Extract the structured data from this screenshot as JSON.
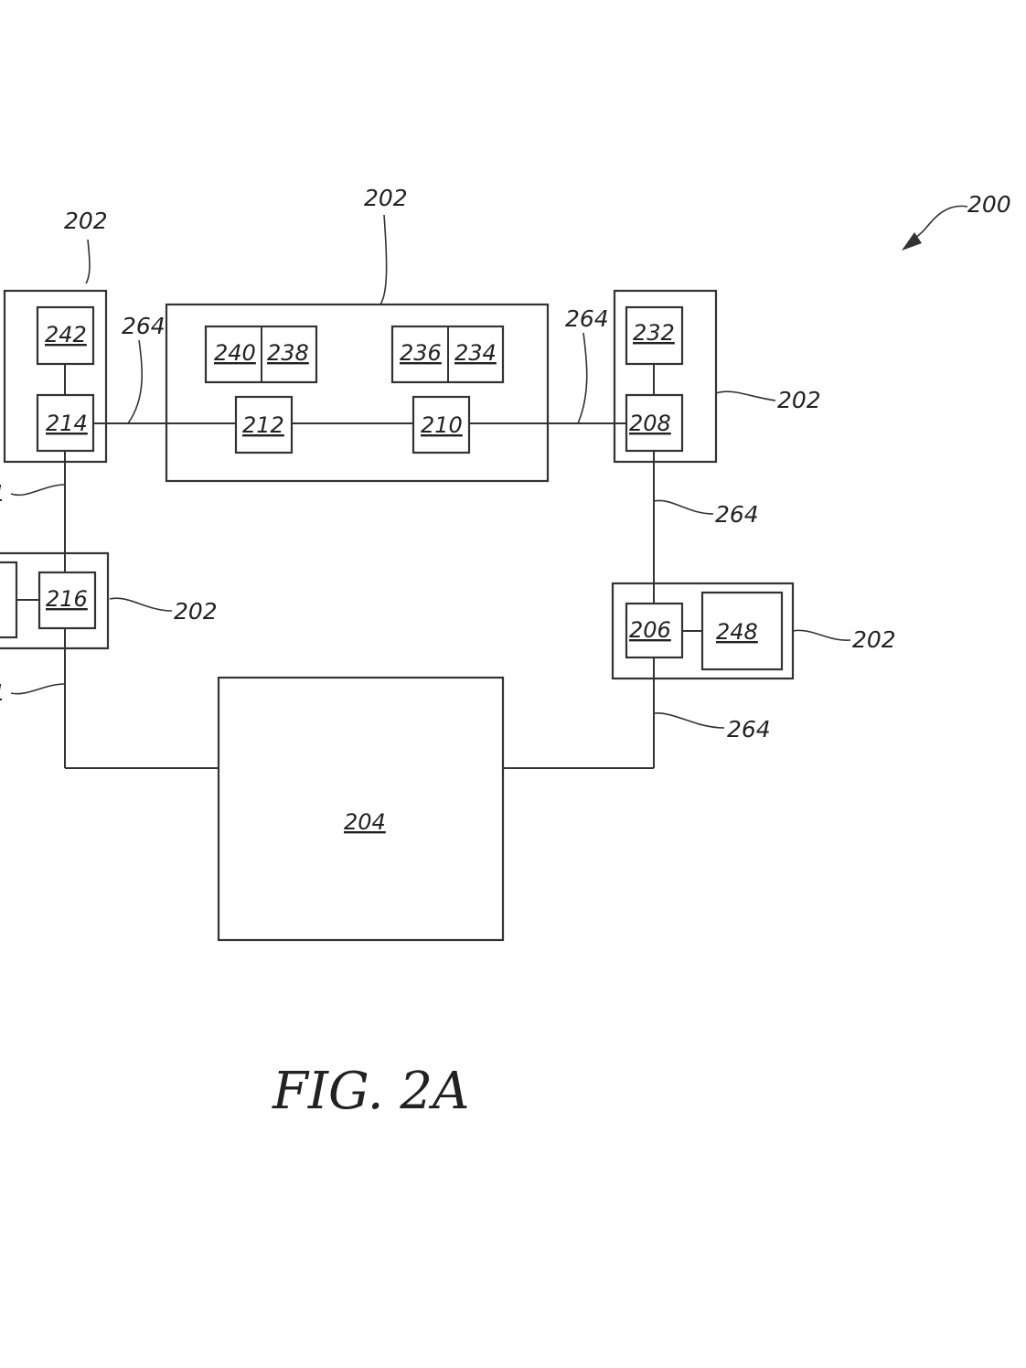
{
  "figure": {
    "caption": "FIG. 2A",
    "system_ref": "200",
    "central_ref": "204",
    "modules": [
      {
        "ref": "202",
        "inner": [
          "242",
          "214"
        ]
      },
      {
        "ref": "202",
        "inner": [
          "240",
          "238",
          "236",
          "234",
          "212",
          "210"
        ]
      },
      {
        "ref": "202",
        "inner": [
          "232",
          "208"
        ]
      },
      {
        "ref": "202",
        "inner": [
          "216"
        ]
      },
      {
        "ref": "202",
        "inner": [
          "206",
          "248"
        ]
      }
    ],
    "links": [
      {
        "ref": "264"
      },
      {
        "ref": "264"
      },
      {
        "ref": "264"
      },
      {
        "ref": "264"
      }
    ],
    "left_edge_refs": [
      "1",
      "1"
    ]
  }
}
